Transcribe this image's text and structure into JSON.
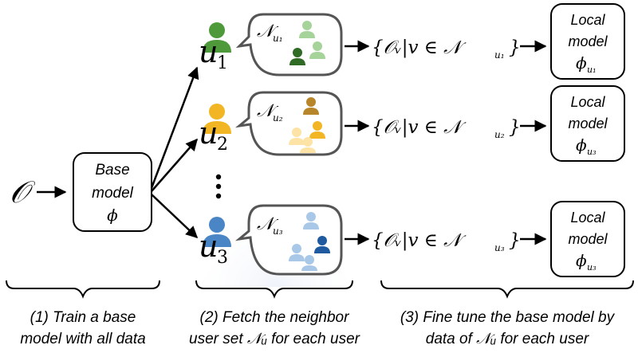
{
  "input_symbol": "𝒪",
  "base_box": {
    "line1": "Base",
    "line2": "model",
    "line3": "ϕ"
  },
  "users": [
    {
      "letter": "𝑢",
      "sub": "1",
      "neighbor_symbol": "𝒩",
      "neighbor_sub": "u₁",
      "set_text": "{𝒪ᵥ|𝑣 ∈ 𝒩",
      "set_sub": "u₁",
      "set_close": "}",
      "local_line1": "Local",
      "local_line2": "model",
      "local_phi": "ϕ",
      "local_sub": "u₁",
      "color": "#4e9a3a",
      "color_light": "#a5d39a",
      "color_dark": "#2f6b24"
    },
    {
      "letter": "𝑢",
      "sub": "2",
      "neighbor_symbol": "𝒩",
      "neighbor_sub": "u₂",
      "set_text": "{𝒪ᵥ|𝑣 ∈ 𝒩",
      "set_sub": "u₂",
      "set_close": "}",
      "local_line1": "Local",
      "local_line2": "model",
      "local_phi": "ϕ",
      "local_sub": "u₃",
      "color": "#f2b524",
      "color_light": "#fde4a6",
      "color_dark": "#b8862a"
    },
    {
      "letter": "𝑢",
      "sub": "3",
      "neighbor_symbol": "𝒩",
      "neighbor_sub": "u₃",
      "set_text": "{𝒪ᵥ|𝑣 ∈ 𝒩",
      "set_sub": "u₃",
      "set_close": "}",
      "local_line1": "Local",
      "local_line2": "model",
      "local_phi": "ϕ",
      "local_sub": "u₃",
      "color": "#4a86c5",
      "color_light": "#a9c8e8",
      "color_dark": "#1f5aa0"
    }
  ],
  "captions": [
    {
      "line1": "(1) Train a base",
      "line2": "model with all data"
    },
    {
      "line1": "(2) Fetch the neighbor",
      "line2": "user set 𝒩ᵤ for each user"
    },
    {
      "line1": "(3) Fine tune the base model by",
      "line2": "data of 𝒩ᵤ for each user"
    }
  ]
}
